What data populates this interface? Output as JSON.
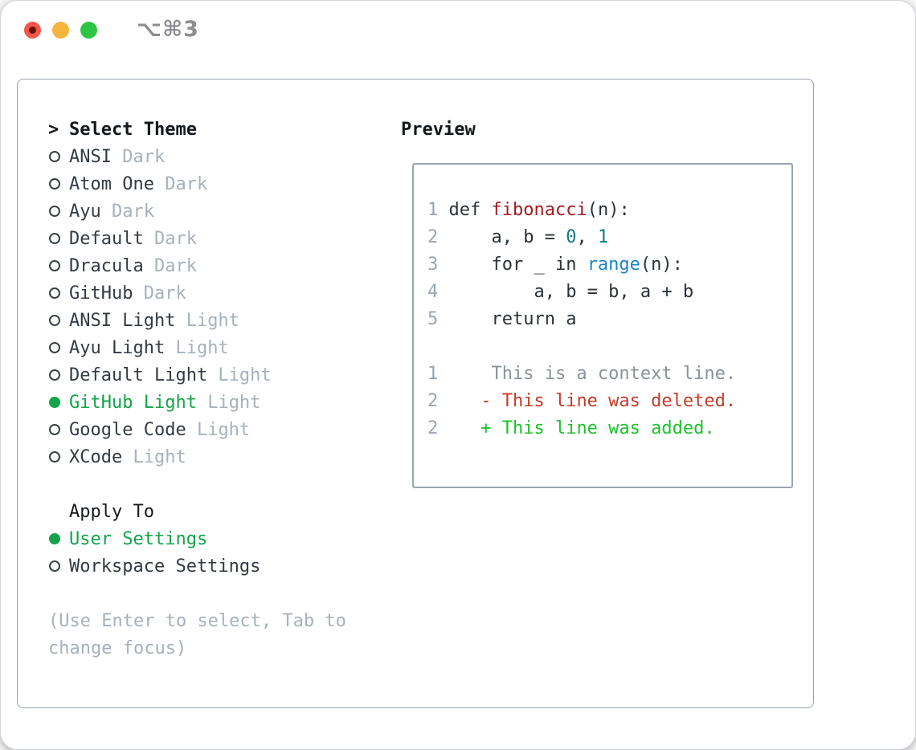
{
  "window": {
    "title": "⌥⌘3"
  },
  "theme_picker": {
    "header_marker": ">",
    "header_label": "Select Theme",
    "themes": [
      {
        "name": "ANSI",
        "variant": "Dark",
        "selected": false
      },
      {
        "name": "Atom One",
        "variant": "Dark",
        "selected": false
      },
      {
        "name": "Ayu",
        "variant": "Dark",
        "selected": false
      },
      {
        "name": "Default",
        "variant": "Dark",
        "selected": false
      },
      {
        "name": "Dracula",
        "variant": "Dark",
        "selected": false
      },
      {
        "name": "GitHub",
        "variant": "Dark",
        "selected": false
      },
      {
        "name": "ANSI Light",
        "variant": "Light",
        "selected": false
      },
      {
        "name": "Ayu Light",
        "variant": "Light",
        "selected": false
      },
      {
        "name": "Default Light",
        "variant": "Light",
        "selected": false
      },
      {
        "name": "GitHub Light",
        "variant": "Light",
        "selected": true
      },
      {
        "name": "Google Code",
        "variant": "Light",
        "selected": false
      },
      {
        "name": "XCode",
        "variant": "Light",
        "selected": false
      }
    ],
    "apply_to_label": "Apply To",
    "apply_options": [
      {
        "label": "User Settings",
        "selected": true
      },
      {
        "label": "Workspace Settings",
        "selected": false
      }
    ],
    "help_lines": [
      "(Use Enter to select, Tab to",
      "change focus)"
    ]
  },
  "preview": {
    "label": "Preview",
    "lines": [
      {
        "tokens": [
          [
            "num",
            "1"
          ],
          [
            "code",
            " def "
          ],
          [
            "func",
            "fibonacci"
          ],
          [
            "code",
            "(n):"
          ]
        ]
      },
      {
        "tokens": [
          [
            "num",
            "2"
          ],
          [
            "code",
            "     a, b = "
          ],
          [
            "lit",
            "0"
          ],
          [
            "code",
            ", "
          ],
          [
            "lit",
            "1"
          ]
        ]
      },
      {
        "tokens": [
          [
            "num",
            "3"
          ],
          [
            "code",
            "     for _ in "
          ],
          [
            "builtin",
            "range"
          ],
          [
            "code",
            "(n):"
          ]
        ]
      },
      {
        "tokens": [
          [
            "num",
            "4"
          ],
          [
            "code",
            "         a, b = b, a + b"
          ]
        ]
      },
      {
        "tokens": [
          [
            "num",
            "5"
          ],
          [
            "code",
            "     return a"
          ]
        ]
      },
      {
        "tokens": []
      },
      {
        "tokens": [
          [
            "num",
            "1"
          ],
          [
            "context",
            "     This is a context line."
          ]
        ]
      },
      {
        "tokens": [
          [
            "num",
            "2"
          ],
          [
            "code",
            "    "
          ],
          [
            "deleted",
            "- This line was deleted."
          ]
        ]
      },
      {
        "tokens": [
          [
            "num",
            "2"
          ],
          [
            "code",
            "    "
          ],
          [
            "added",
            "+ This line was added."
          ]
        ]
      }
    ]
  },
  "colors": {
    "selection_green": "#13a449",
    "added_green": "#1dc22d",
    "deleted_red": "#c43b28",
    "function_red": "#a31a22",
    "number_teal": "#0f7b80",
    "builtin_blue": "#1a86c8",
    "line_number_gray": "#9aa5b1",
    "context_gray": "#8a929b",
    "tag_gray": "#a7b1bc",
    "text_dark": "#333a44",
    "border_gray": "#97a1ab",
    "traffic_red": "#f2574c",
    "traffic_yellow": "#f6b43d",
    "traffic_green": "#2ec544"
  }
}
